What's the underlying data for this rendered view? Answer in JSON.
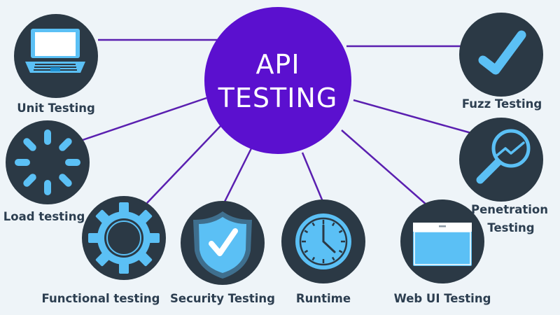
{
  "center": {
    "line1": "API",
    "line2": "TESTING"
  },
  "nodes": [
    {
      "id": "unit",
      "label": "Unit Testing",
      "icon": "laptop-icon"
    },
    {
      "id": "load",
      "label": "Load testing",
      "icon": "loading-spinner-icon"
    },
    {
      "id": "functional",
      "label": "Functional testing",
      "icon": "gear-icon"
    },
    {
      "id": "security",
      "label": "Security Testing",
      "icon": "shield-check-icon"
    },
    {
      "id": "runtime",
      "label": "Runtime",
      "icon": "clock-icon"
    },
    {
      "id": "webui",
      "label": "Web UI Testing",
      "icon": "browser-window-icon"
    },
    {
      "id": "penetration",
      "label_line1": "Penetration",
      "label_line2": "Testing",
      "icon": "magnifier-chart-icon"
    },
    {
      "id": "fuzz",
      "label": "Fuzz Testing",
      "icon": "checkmark-icon"
    }
  ],
  "colors": {
    "background": "#eef4f8",
    "center": "#5b10cf",
    "connector": "#5a1fb0",
    "node": "#2b3945",
    "icon": "#5bc0f5",
    "label": "#2c3e50"
  }
}
